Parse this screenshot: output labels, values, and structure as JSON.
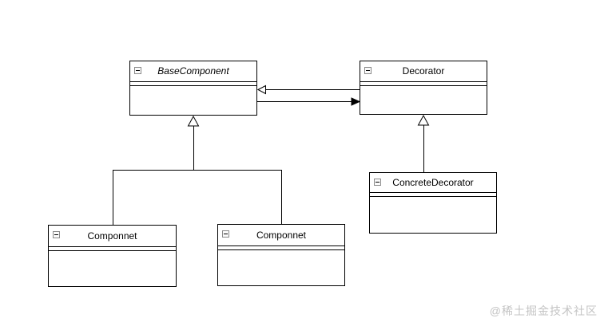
{
  "canvas": {
    "background_color": "#ffffff",
    "stroke_color": "#000000"
  },
  "diagram": {
    "type": "uml-class-diagram",
    "classes": [
      {
        "name": "BaseComponent",
        "italic": true
      },
      {
        "name": "Decorator",
        "italic": false
      },
      {
        "name": "ConcreteDecorator",
        "italic": false
      },
      {
        "name": "Componnet",
        "italic": false
      },
      {
        "name": "Componnet",
        "italic": false
      }
    ],
    "relationships": [
      {
        "from": "Decorator",
        "to": "BaseComponent",
        "type": "association-open-arrow"
      },
      {
        "from": "BaseComponent",
        "to": "Decorator",
        "type": "association-solid-arrow"
      },
      {
        "from": "Componnet",
        "to": "BaseComponent",
        "type": "generalization"
      },
      {
        "from": "Componnet",
        "to": "BaseComponent",
        "type": "generalization"
      },
      {
        "from": "ConcreteDecorator",
        "to": "Decorator",
        "type": "generalization"
      }
    ],
    "icons": {
      "collapse": "minus-square"
    }
  },
  "watermark": {
    "text": "@稀土掘金技术社区",
    "color": "#c4c4c4"
  }
}
